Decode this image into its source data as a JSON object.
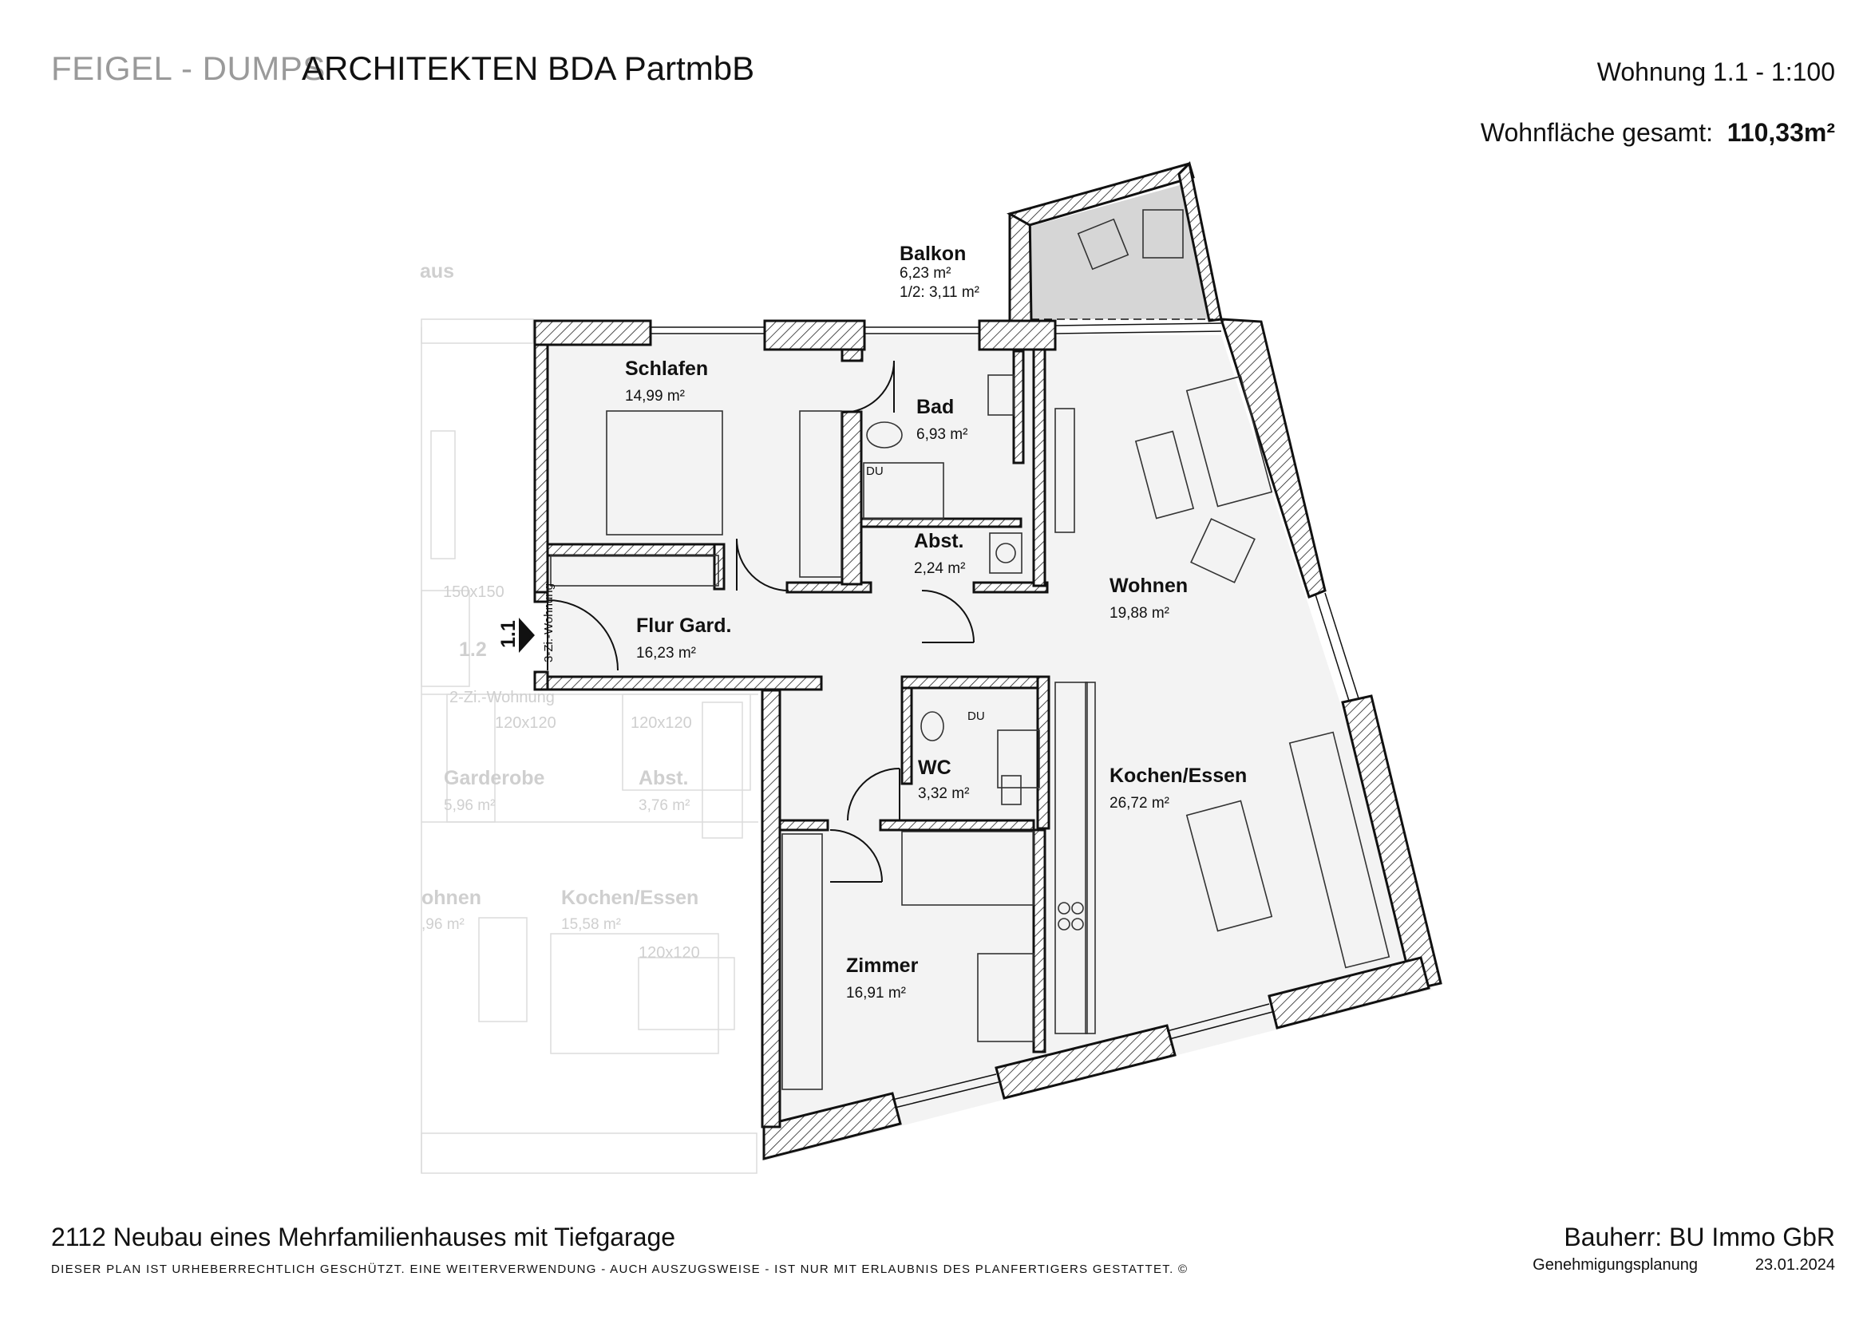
{
  "header": {
    "firm_prefix": "FEIGEL - DUMPS",
    "firm_name": "ARCHITEKTEN BDA PartmbB",
    "sheet_title": "Wohnung 1.1 - 1:100",
    "total_area_label": "Wohnfläche gesamt:",
    "total_area_value": "110,33m²"
  },
  "footer": {
    "project_title": "2112 Neubau eines Mehrfamilienhauses mit Tiefgarage",
    "copyright": "DIESER PLAN IST URHEBERRECHTLICH GESCHÜTZT. EINE WEITERVERWENDUNG - AUCH AUSZUGSWEISE - IST NUR MIT ERLAUBNIS DES PLANFERTIGERS GESTATTET. ©",
    "client": "Bauherr: BU Immo GbR",
    "status": "Genehmigungsplanung",
    "date": "23.01.2024"
  },
  "rooms": {
    "balkon": {
      "name": "Balkon",
      "area": "6,23 m²",
      "area_half": "1/2: 3,11 m²"
    },
    "schlafen": {
      "name": "Schlafen",
      "area": "14,99 m²"
    },
    "bad": {
      "name": "Bad",
      "area": "6,93 m²"
    },
    "abst": {
      "name": "Abst.",
      "area": "2,24 m²"
    },
    "wohnen": {
      "name": "Wohnen",
      "area": "19,88 m²"
    },
    "flur": {
      "name": "Flur Gard.",
      "area": "16,23 m²"
    },
    "wc": {
      "name": "WC",
      "area": "3,32 m²"
    },
    "kochen": {
      "name": "Kochen/Essen",
      "area": "26,72 m²"
    },
    "zimmer": {
      "name": "Zimmer",
      "area": "16,91 m²"
    }
  },
  "labels": {
    "du_bad": "DU",
    "du_wc": "DU",
    "unit_number": "1.1",
    "unit_type": "3-Zi.-Wohnung"
  },
  "ghost": {
    "aus": "aus",
    "window_150": "150x150",
    "unit_number": "1.2",
    "unit_type": "2-Zi.-Wohnung",
    "window_120_a": "120x120",
    "window_120_b": "120x120",
    "window_120_c": "120x120",
    "garderobe_name": "Garderobe",
    "garderobe_area": "5,96 m²",
    "abst_name": "Abst.",
    "abst_area": "3,76 m²",
    "wohnen_name": "ohnen",
    "wohnen_area": ",96 m²",
    "kochen_name": "Kochen/Essen",
    "kochen_area": "15,58 m²"
  }
}
